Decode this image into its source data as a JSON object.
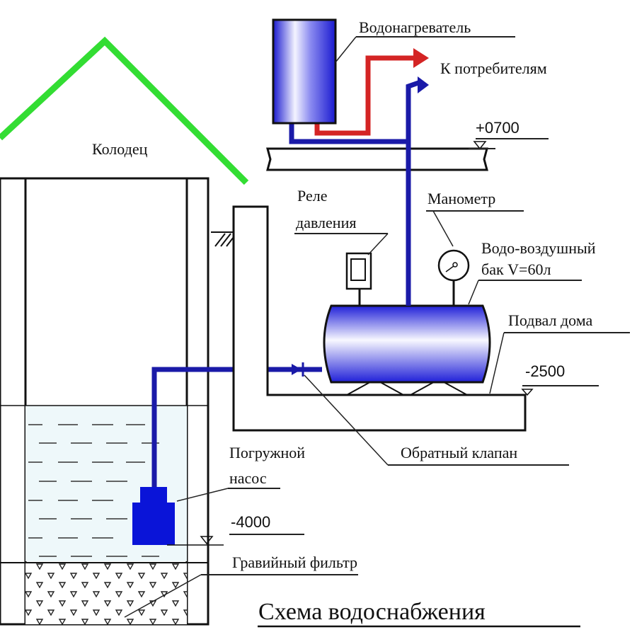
{
  "title": "Схема водоснабжения",
  "labels": {
    "well": "Колодец",
    "water_heater": "Водонагреватель",
    "to_consumers": "К потребителям",
    "pressure_relay_line1": "Реле",
    "pressure_relay_line2": "давления",
    "manometer": "Манометр",
    "tank_line1": "Водо-воздушный",
    "tank_line2": "бак V=60л",
    "basement": "Подвал дома",
    "check_valve": "Обратный клапан",
    "pump_line1": "Погружной",
    "pump_line2": "насос",
    "gravel_filter": "Гравийный фильтр"
  },
  "elevations": {
    "heater_floor": "+0700",
    "basement_floor": "-2500",
    "pump_level": "-4000"
  },
  "colors": {
    "roof": "#33dd33",
    "cold_pipe": "#1a1aa8",
    "hot_pipe": "#d42424",
    "pump": "#0a14d8",
    "tank": "#2a2ae0",
    "water": "#eef8fa"
  }
}
